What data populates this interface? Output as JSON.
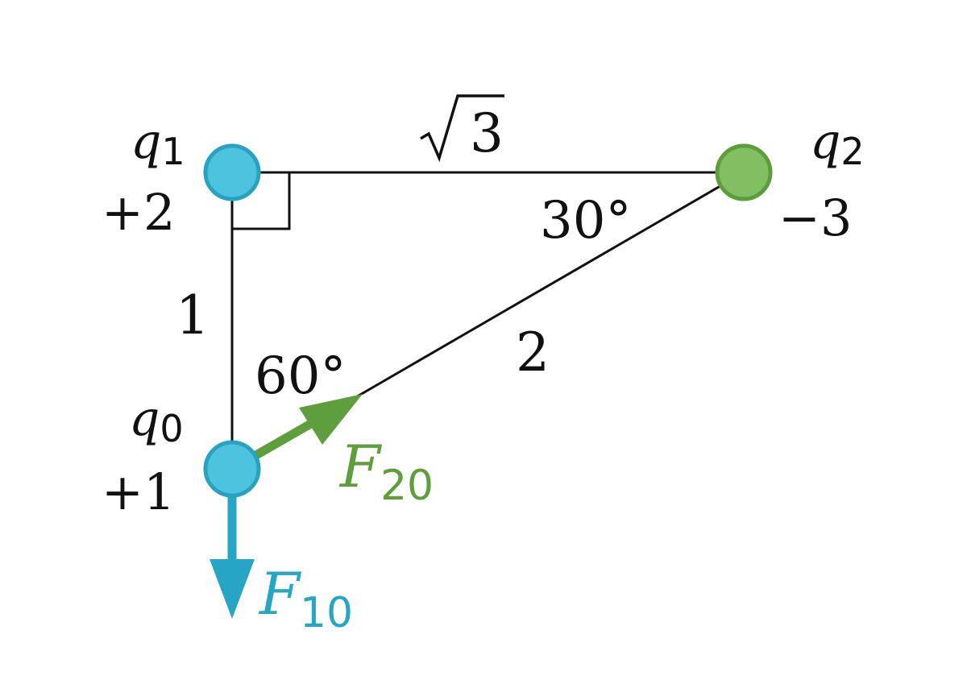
{
  "colors": {
    "charge_blue_fill": "#4ec3df",
    "charge_blue_stroke": "#27a2c2",
    "charge_green_fill": "#82bf63",
    "charge_green_stroke": "#5c9e3c",
    "force_blue": "#27a5c4",
    "force_green": "#5e9e3d",
    "line": "#111111",
    "text": "#111111"
  },
  "charges": {
    "q1": {
      "symbol": "q",
      "index": "1",
      "value": "+2"
    },
    "q2": {
      "symbol": "q",
      "index": "2",
      "value": "−3"
    },
    "q0": {
      "symbol": "q",
      "index": "0",
      "value": "+1"
    }
  },
  "sides": {
    "top": {
      "radicand": "3"
    },
    "vertical": "1",
    "hypotenuse": "2"
  },
  "angles": {
    "at_q2": "30°",
    "at_q0": "60°"
  },
  "forces": {
    "f20": {
      "symbol": "F",
      "index": "20"
    },
    "f10": {
      "symbol": "F",
      "index": "10"
    }
  },
  "icons": {
    "right_angle": "right-angle-marker-icon",
    "arrow": "arrowhead-icon"
  }
}
